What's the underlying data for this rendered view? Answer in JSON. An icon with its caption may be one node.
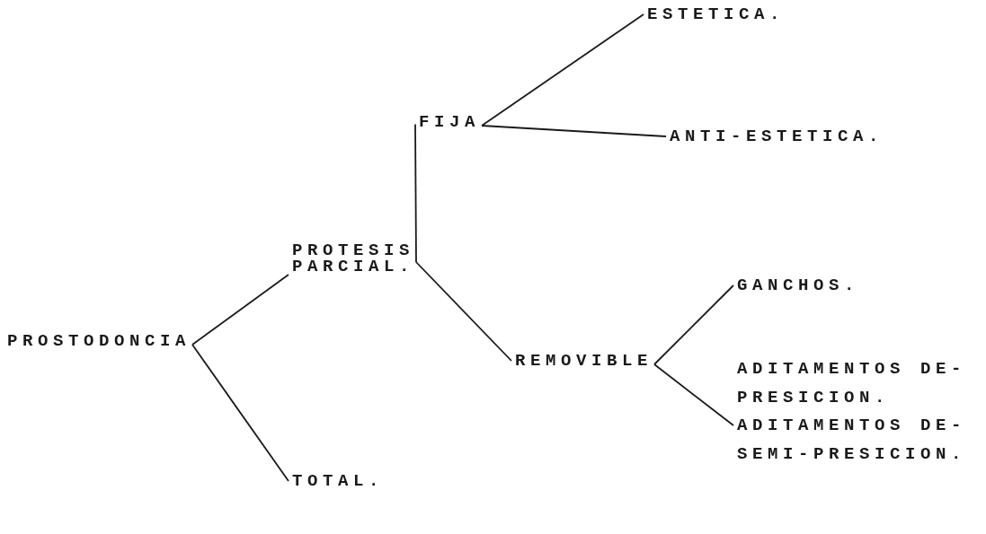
{
  "diagram": {
    "nodes": [
      {
        "text": [
          "PROSTODONCIA"
        ]
      },
      {
        "text": [
          "PROTESIS PARCIAL."
        ]
      },
      {
        "text": [
          "FIJA"
        ]
      },
      {
        "text": [
          "ESTETICA."
        ]
      },
      {
        "text": [
          "ANTI-ESTETICA."
        ]
      },
      {
        "text": [
          "REMOVIBLE"
        ]
      },
      {
        "text": [
          "GANCHOS."
        ]
      },
      {
        "text": [
          "ADITAMENTOS DE- PRESICION."
        ]
      },
      {
        "text": [
          "ADITAMENTOS DE- SEMI-PRESICION."
        ]
      },
      {
        "text": [
          "TOTAL."
        ]
      }
    ],
    "edges": [
      {
        "from": 0,
        "to": 1,
        "arrow": "none"
      },
      {
        "from": 0,
        "to": 9,
        "arrow": "none"
      },
      {
        "from": 1,
        "to": 2,
        "arrow": "none"
      },
      {
        "from": 1,
        "to": 5,
        "arrow": "none"
      },
      {
        "from": 2,
        "to": 3,
        "arrow": "none"
      },
      {
        "from": 2,
        "to": 4,
        "arrow": "none"
      },
      {
        "from": 5,
        "to": 6,
        "arrow": "none"
      },
      {
        "from": 5,
        "to": 8,
        "arrow": "none"
      }
    ]
  }
}
